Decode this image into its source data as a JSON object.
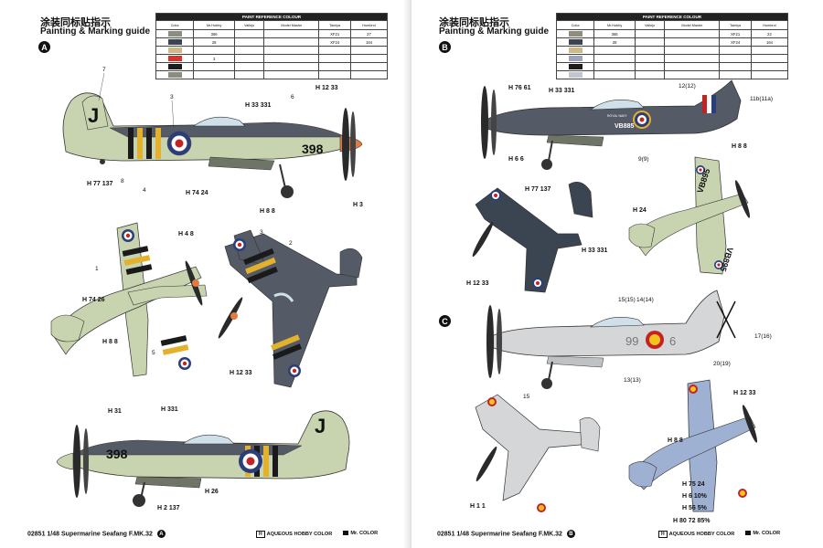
{
  "title_cn": "涂装同标贴指示",
  "title_en": "Painting & Marking guide",
  "paint_table": {
    "header": "PAINT REFERENCE COLOUR",
    "columns": [
      "Color",
      "Mr.Hobby",
      "Vallejo",
      "Model Master",
      "Tamiya",
      "Humbrol"
    ],
    "left_rows": [
      {
        "color": "#8d8e80",
        "swatch_label": "",
        "cells": [
          "366",
          "",
          "",
          "XF21",
          "27"
        ]
      },
      {
        "color": "#3b4451",
        "swatch_label": "",
        "cells": [
          "28",
          "",
          "",
          "XF24",
          "164"
        ]
      },
      {
        "color": "#cdb98a",
        "swatch_label": "",
        "cells": [
          "",
          "",
          "",
          "",
          ""
        ]
      },
      {
        "color": "#d9342b",
        "swatch_label": "",
        "cells": [
          "3",
          "",
          "",
          "",
          ""
        ]
      },
      {
        "color": "#1d1d1d",
        "swatch_label": "",
        "cells": [
          "",
          "",
          "",
          "",
          ""
        ]
      },
      {
        "color": "#8a8c7e",
        "swatch_label": "",
        "cells": [
          "",
          "",
          "",
          "",
          ""
        ]
      }
    ],
    "right_rows": [
      {
        "color": "#8d8e80",
        "swatch_label": "",
        "cells": [
          "366",
          "",
          "",
          "XF21",
          "22"
        ]
      },
      {
        "color": "#3b4451",
        "swatch_label": "",
        "cells": [
          "28",
          "",
          "",
          "XF24",
          "164"
        ]
      },
      {
        "color": "#cdb98a",
        "swatch_label": "",
        "cells": [
          "",
          "",
          "",
          "",
          ""
        ]
      },
      {
        "color": "#9aa6bd",
        "swatch_label": "",
        "cells": [
          "",
          "",
          "",
          "",
          ""
        ]
      },
      {
        "color": "#1d1d1d",
        "swatch_label": "",
        "cells": [
          "",
          "",
          "",
          "",
          ""
        ]
      },
      {
        "color": "#c0c6cf",
        "swatch_label": "",
        "cells": [
          "",
          "",
          "",
          "",
          ""
        ]
      }
    ]
  },
  "schemes": [
    "A",
    "B",
    "C"
  ],
  "aircraft_numbers": {
    "a_top": "398",
    "a_bottom": "398",
    "tail_letter": "J",
    "b_serial": "VB885",
    "b_tail_text": "VB895",
    "b_small_text": "ROYAL NAVY",
    "c_code_left": "99",
    "c_code_right": "6"
  },
  "callouts_left": [
    "7",
    "3",
    "8",
    "4",
    "6",
    "H 33 331",
    "H 12 33",
    "H 77 137",
    "H 74 24",
    "H 8 8",
    "H 3",
    "2",
    "1",
    "5",
    "3",
    "H 4 8",
    "H 74 26",
    "H 8 8",
    "H 12 33",
    "H 331",
    "H 31",
    "H 2 137",
    "H 26"
  ],
  "callouts_right": [
    "12(12)",
    "11b(11a)",
    "9(9)",
    "H 76 61",
    "H 33 331",
    "H 6 6",
    "H 8 8",
    "H 24",
    "H 12 33",
    "H 77 137",
    "H 33 331",
    "15(15)",
    "14(14)",
    "17(16)",
    "20(19)",
    "13(13)",
    "15",
    "H 12 33",
    "H 8 8",
    "H 75 24",
    "H 6 10%",
    "H 56 5%",
    "H 80 72 85%",
    "H 1 1"
  ],
  "footer_left": "02851 1/48 Supermarine Seafang F.MK.32",
  "footer_left_badge": "A",
  "footer_right": "02851 1/48 Supermarine Seafang F.MK.32",
  "footer_right_badge": "B",
  "legend": {
    "aqueous": "AQUEOUS HOBBY COLOR",
    "aqueous_mark": "H",
    "mr_color": "Mr. COLOR"
  },
  "colors": {
    "sky": "#c8d3b0",
    "extra_dark_sea_grey": "#545a66",
    "dark_slate_grey": "#6e7566",
    "invasion_black": "#1a1a1a",
    "invasion_yellow": "#e3b12b",
    "roundel_blue": "#2c3e7a",
    "roundel_red": "#c42326",
    "spinner": "#e37a3f",
    "silver": "#d5d6d7",
    "spanish_yellow": "#f2c51c",
    "light_blue": "#9eb1d2"
  }
}
